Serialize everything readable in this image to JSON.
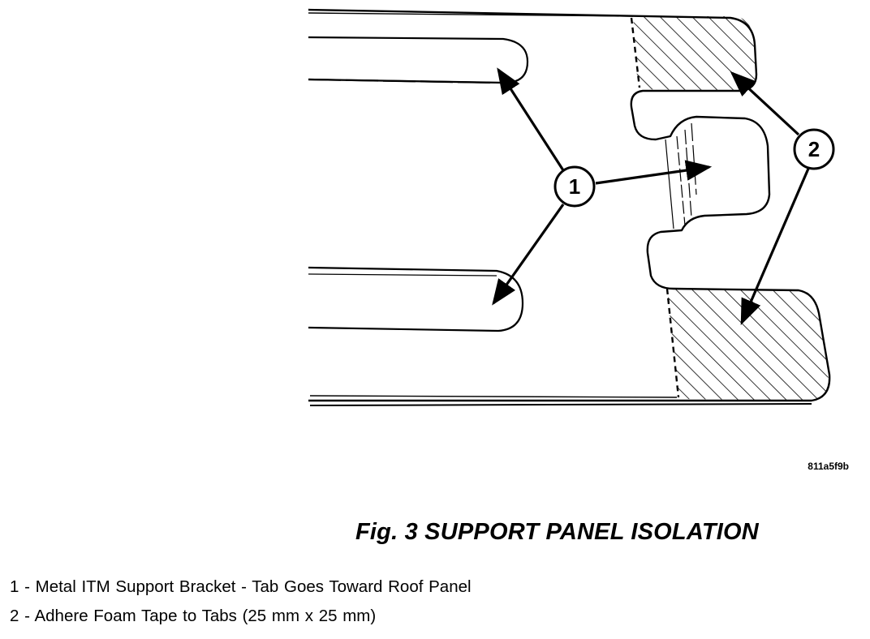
{
  "figure": {
    "caption": "Fig.  3 SUPPORT PANEL ISOLATION",
    "code": "811a5f9b"
  },
  "callouts": [
    {
      "number": "1"
    },
    {
      "number": "2"
    }
  ],
  "legend": [
    {
      "text": "1 - Metal ITM Support Bracket - Tab Goes Toward Roof Panel"
    },
    {
      "text": "2 - Adhere Foam Tape to Tabs (25 mm x 25 mm)"
    }
  ]
}
